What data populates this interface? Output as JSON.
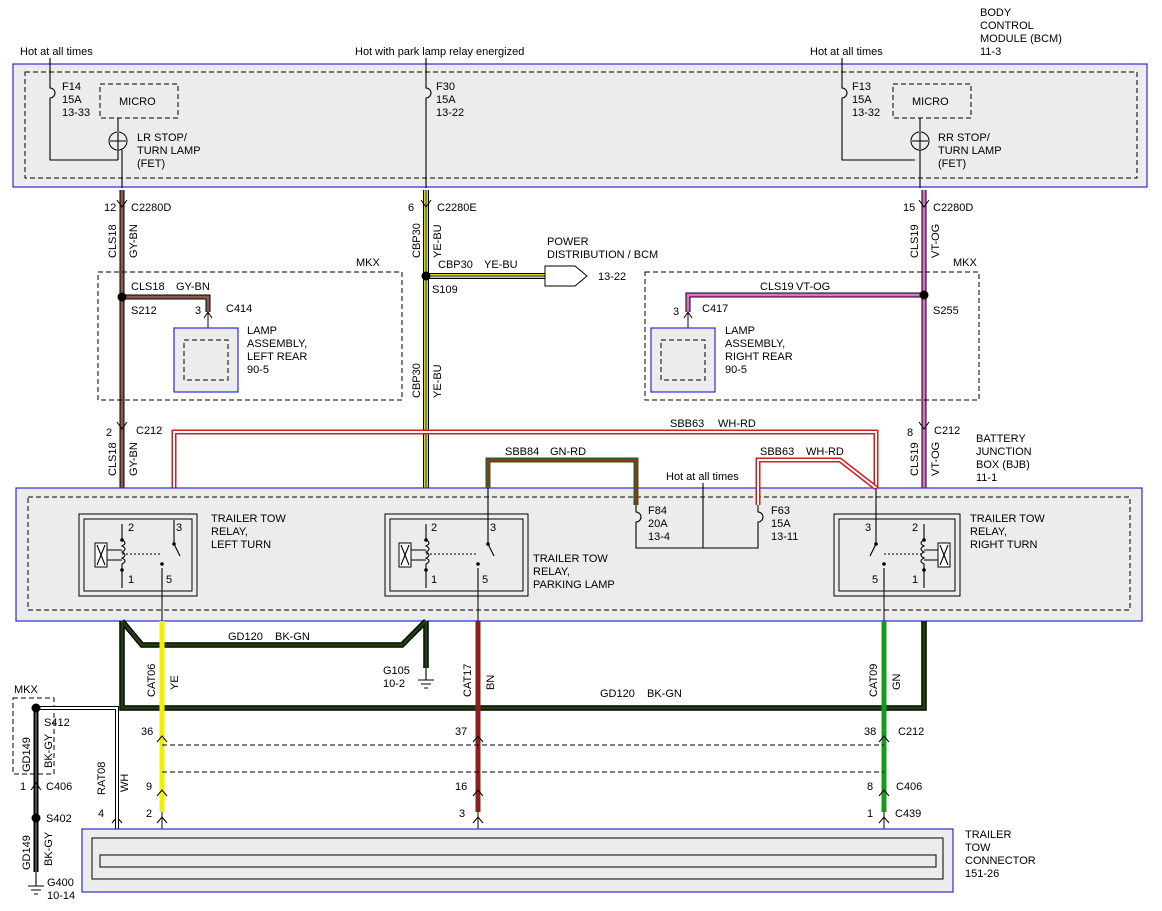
{
  "modules": {
    "bcm": {
      "name_lines": [
        "BODY",
        "CONTROL",
        "MODULE (BCM)",
        "11-3"
      ]
    },
    "bjb": {
      "name_lines": [
        "BATTERY",
        "JUNCTION",
        "BOX (BJB)",
        "11-1"
      ]
    },
    "trailer_connector": {
      "name_lines": [
        "TRAILER",
        "TOW",
        "CONNECTOR",
        "151-26"
      ]
    }
  },
  "supply_labels": {
    "left": "Hot at all times",
    "center": "Hot with park lamp relay energized",
    "right": "Hot at all times",
    "bjb": "Hot at all times"
  },
  "fuses": {
    "f14": [
      "F14",
      "15A",
      "13-33"
    ],
    "f30": [
      "F30",
      "15A",
      "13-22"
    ],
    "f13": [
      "F13",
      "15A",
      "13-32"
    ],
    "f84": [
      "F84",
      "20A",
      "13-4"
    ],
    "f63": [
      "F63",
      "15A",
      "13-11"
    ]
  },
  "bcm_blocks": {
    "micro": "MICRO",
    "lr_fet": [
      "LR STOP/",
      "TURN LAMP",
      "(FET)"
    ],
    "rr_fet": [
      "RR STOP/",
      "TURN LAMP",
      "(FET)"
    ]
  },
  "connectors": {
    "c2280d_left": {
      "pin": "12",
      "name": "C2280D"
    },
    "c2280e": {
      "pin": "6",
      "name": "C2280E"
    },
    "c2280d_right": {
      "pin": "15",
      "name": "C2280D"
    },
    "c414": {
      "pin": "3",
      "name": "C414"
    },
    "c417": {
      "pin": "3",
      "name": "C417"
    },
    "c212_left": {
      "pin": "2",
      "name": "C212"
    },
    "c212_right": {
      "pin": "8",
      "name": "C212"
    },
    "c212_bottom": {
      "pins": [
        "36",
        "37",
        "38"
      ],
      "name": "C212"
    },
    "c406": {
      "pins": [
        "9",
        "16",
        "8"
      ],
      "name": "C406"
    },
    "c406_left": {
      "pin": "1",
      "name": "C406"
    },
    "c439": {
      "pins": [
        "4",
        "2",
        "3",
        "1"
      ],
      "name": "C439"
    }
  },
  "splices": {
    "s212": "S212",
    "s109": "S109",
    "s255": "S255",
    "s412": "S412",
    "s402": "S402"
  },
  "circuits": {
    "cls18": {
      "circuit": "CLS18",
      "color": "GY-BN",
      "hex": "#8b5a4a"
    },
    "cbp30": {
      "circuit": "CBP30",
      "color": "YE-BU",
      "hex": "#e0d800"
    },
    "cls19": {
      "circuit": "CLS19",
      "color": "VT-OG",
      "hex": "#e070d0"
    },
    "sbb84": {
      "circuit": "SBB84",
      "color": "GN-RD",
      "hex": "#2e5a1a"
    },
    "sbb63": {
      "circuit": "SBB63",
      "color": "WH-RD",
      "hex": "#d02020"
    },
    "gd120": {
      "circuit": "GD120",
      "color": "BK-GN",
      "hex": "#1f3f10"
    },
    "cat06": {
      "circuit": "CAT06",
      "color": "YE",
      "hex": "#f0f000"
    },
    "cat17": {
      "circuit": "CAT17",
      "color": "BN",
      "hex": "#8b2020"
    },
    "cat09": {
      "circuit": "CAT09",
      "color": "GN",
      "hex": "#1a9a1a"
    },
    "gd149": {
      "circuit": "GD149",
      "color": "BK-GY",
      "hex": "#111111"
    },
    "rat08": {
      "circuit": "RAT08",
      "color": "WH",
      "hex": "#ffffff"
    }
  },
  "power_distribution": {
    "lines": [
      "POWER",
      "DISTRIBUTION / BCM"
    ],
    "ref": "13-22"
  },
  "option_tag": "MKX",
  "lamps": {
    "left": [
      "LAMP",
      "ASSEMBLY,",
      "LEFT REAR",
      "90-5"
    ],
    "right": [
      "LAMP",
      "ASSEMBLY,",
      "RIGHT REAR",
      "90-5"
    ]
  },
  "relays": {
    "left_turn": [
      "TRAILER TOW",
      "RELAY,",
      "LEFT TURN"
    ],
    "parking": [
      "TRAILER TOW",
      "RELAY,",
      "PARKING LAMP"
    ],
    "right_turn": [
      "TRAILER TOW",
      "RELAY,",
      "RIGHT TURN"
    ],
    "pins": {
      "coil_hi": "2",
      "coil_lo": "1",
      "com": "3",
      "no": "5"
    }
  },
  "grounds": {
    "g105": [
      "G105",
      "10-2"
    ],
    "g400": [
      "G400",
      "10-14"
    ]
  }
}
